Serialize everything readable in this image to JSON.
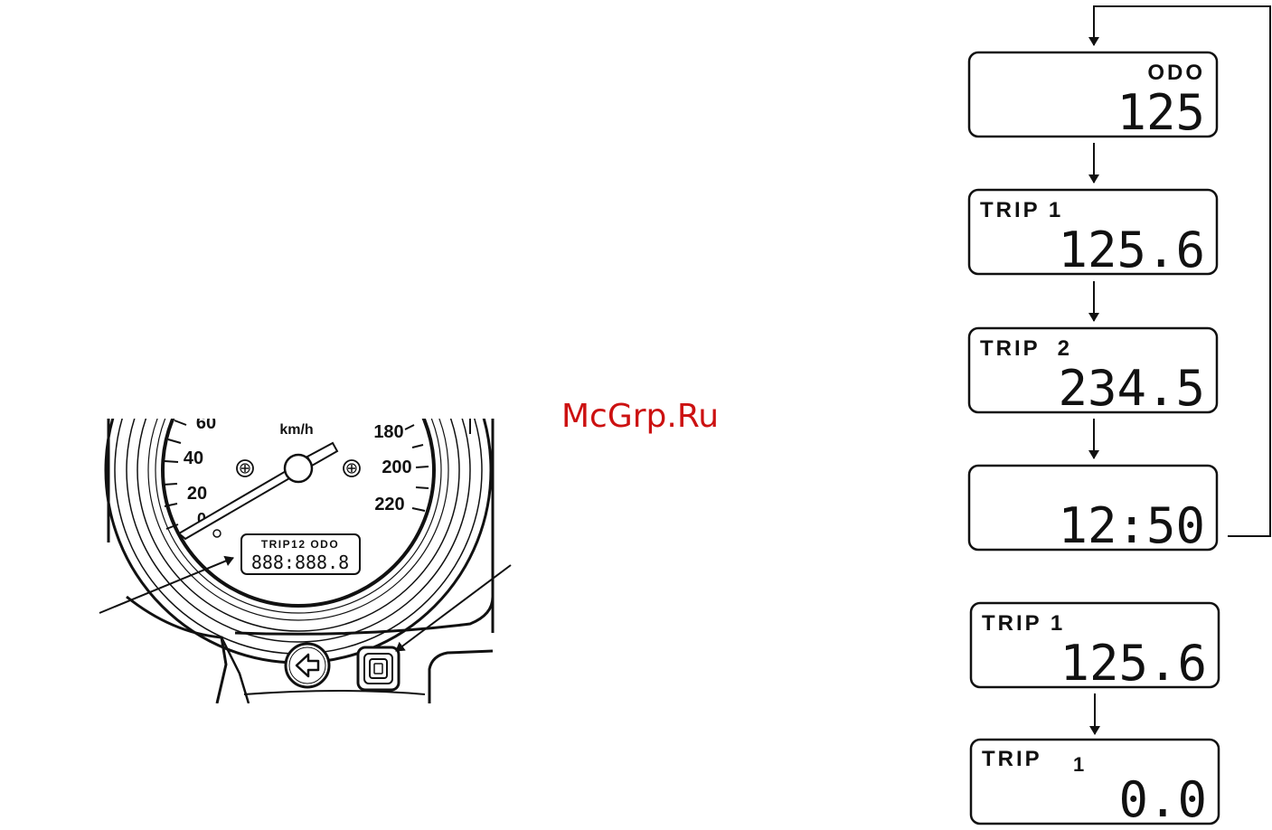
{
  "watermark": "McGrp.Ru",
  "speedometer": {
    "unit": "km/h",
    "scale_left": [
      "60",
      "40",
      "20",
      "0"
    ],
    "scale_right": [
      "180",
      "200",
      "220"
    ],
    "lcd_legend": "TRIP12 ODO",
    "lcd_digits": "888:888.8"
  },
  "cycle_displays": [
    {
      "label": "ODO",
      "value": "125"
    },
    {
      "label": "TRIP 1",
      "value": "125.6"
    },
    {
      "label": "TRIP  2",
      "value": "234.5"
    },
    {
      "label": "",
      "value": "12:50"
    }
  ],
  "reset_displays": [
    {
      "label": "TRIP 1",
      "value": "125.6"
    },
    {
      "label": "TRIP",
      "sub": "1",
      "value": "0.0"
    }
  ]
}
